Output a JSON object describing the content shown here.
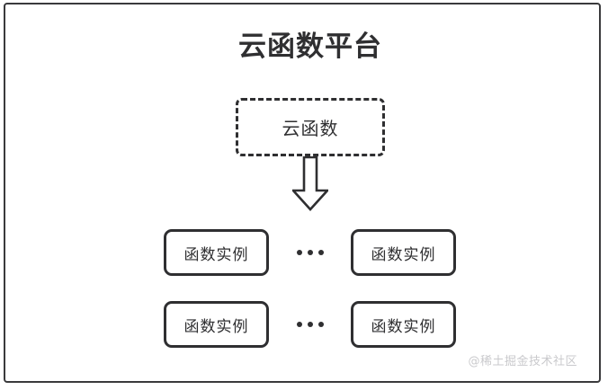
{
  "diagram": {
    "title": "云函数平台",
    "function_box": {
      "label": "云函数",
      "border_style": "dashed"
    },
    "arrow": {
      "icon": "arrow-down-block-icon",
      "direction": "down"
    },
    "instance_rows": [
      {
        "left": {
          "label": "函数实例"
        },
        "separator": "...",
        "right": {
          "label": "函数实例"
        }
      },
      {
        "left": {
          "label": "函数实例"
        },
        "separator": "...",
        "right": {
          "label": "函数实例"
        }
      }
    ],
    "watermark": "@稀土掘金技术社区",
    "colors": {
      "stroke": "#2f2f31",
      "frame": "#3a3a3c",
      "background": "#ffffff",
      "watermark": "#c9c9cc"
    }
  }
}
